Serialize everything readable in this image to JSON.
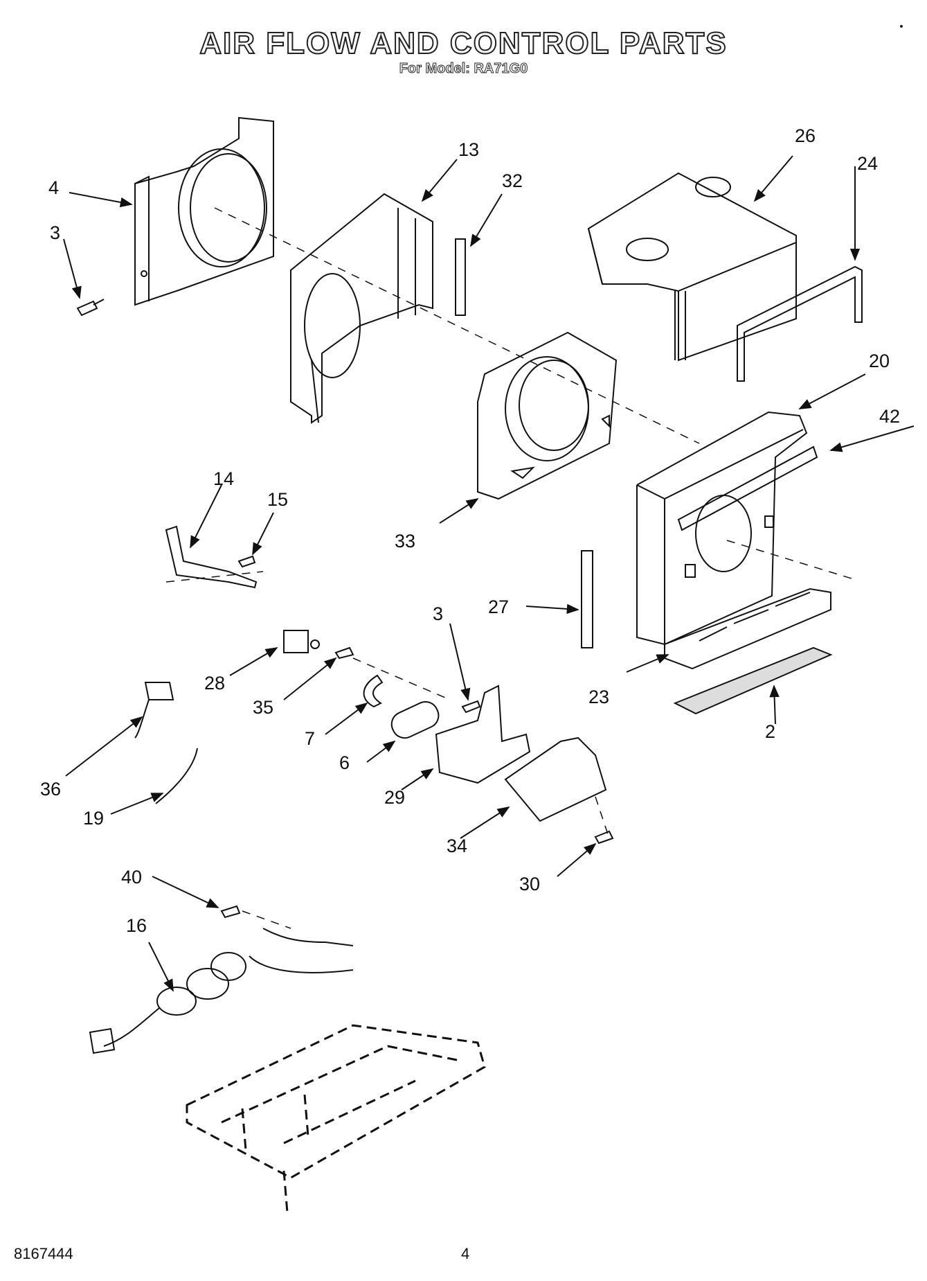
{
  "header": {
    "title": "AIR FLOW AND CONTROL PARTS",
    "subtitle": "For Model: RA71G0"
  },
  "footer": {
    "doc_number": "8167444",
    "page_number": "4"
  },
  "callouts": [
    "4",
    "3",
    "13",
    "32",
    "26",
    "24",
    "20",
    "42",
    "14",
    "15",
    "33",
    "27",
    "3",
    "28",
    "35",
    "23",
    "2",
    "36",
    "7",
    "6",
    "29",
    "19",
    "34",
    "30",
    "40",
    "16"
  ]
}
